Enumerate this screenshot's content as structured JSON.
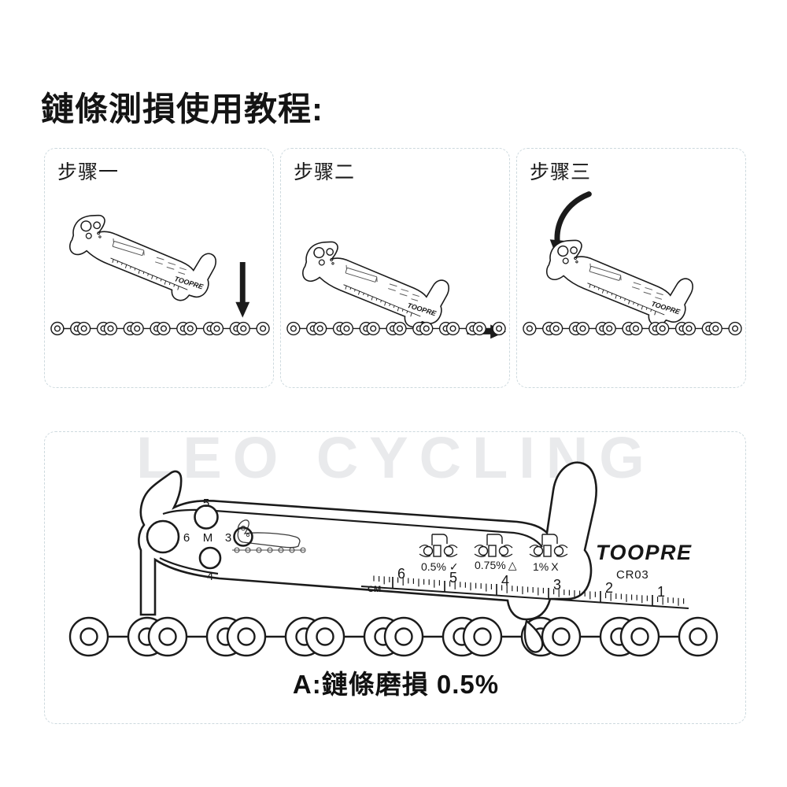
{
  "title": "鏈條測損使用教程:",
  "watermark": "LEO CYCLING",
  "steps": [
    {
      "label": "步骤一",
      "arrow": "arrow-down-icon"
    },
    {
      "label": "步骤二",
      "arrow": "arrow-right-icon"
    },
    {
      "label": "步骤三",
      "arrow": "arrow-curved-down-icon"
    }
  ],
  "tool": {
    "brand": "TOOPRE",
    "model": "CR03",
    "spoke_holes": [
      "5",
      "6",
      "M",
      "3",
      "4"
    ],
    "wear_marks": [
      {
        "value": "0.5%",
        "symbol": "✓"
      },
      {
        "value": "0.75%",
        "symbol": "△"
      },
      {
        "value": "1%",
        "symbol": "X"
      }
    ],
    "ruler": {
      "unit": "CM",
      "ticks": [
        "6",
        "5",
        "4",
        "3",
        "2",
        "1"
      ]
    }
  },
  "caption": "A:鏈條磨損 0.5%",
  "colors": {
    "panel_border": "#cdd9de",
    "ink": "#1b1b1b",
    "watermark": "#e9eaec"
  }
}
